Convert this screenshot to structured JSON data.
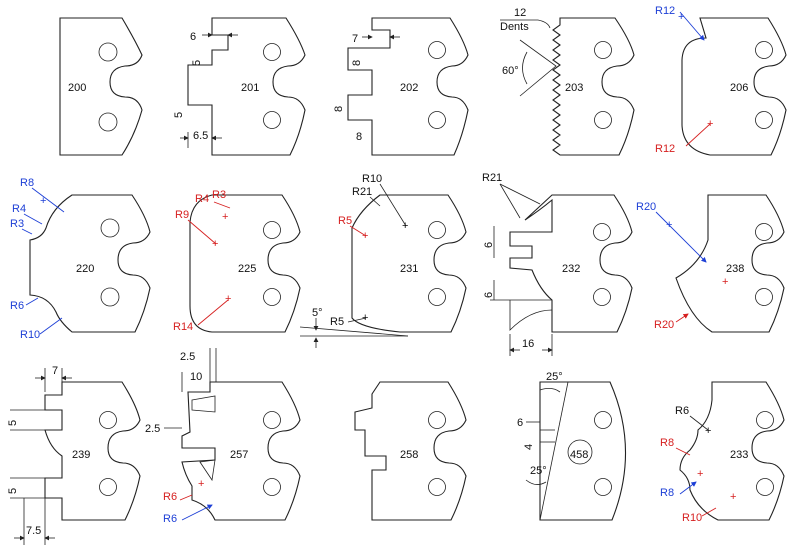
{
  "profiles": {
    "p200": {
      "id": "200"
    },
    "p201": {
      "id": "201",
      "dims": [
        "6",
        "5",
        "5",
        "6.5"
      ]
    },
    "p202": {
      "id": "202",
      "dims": [
        "7",
        "8",
        "8",
        "8"
      ]
    },
    "p203": {
      "id": "203",
      "teeth_count": "12",
      "teeth_label": "Dents",
      "angle": "60°"
    },
    "p206": {
      "id": "206",
      "radii": [
        "R12",
        "R12"
      ]
    },
    "p220": {
      "id": "220",
      "radii": [
        "R8",
        "R4",
        "R3",
        "R6",
        "R10"
      ]
    },
    "p225": {
      "id": "225",
      "radii": [
        "R4",
        "R3",
        "R9",
        "R14"
      ]
    },
    "p231": {
      "id": "231",
      "radii": [
        "R10",
        "R21",
        "R5",
        "R5"
      ],
      "angle": "5°"
    },
    "p232": {
      "id": "232",
      "radii": [
        "R21"
      ],
      "dims": [
        "6",
        "6",
        "16"
      ]
    },
    "p238": {
      "id": "238",
      "radii": [
        "R20",
        "R20"
      ]
    },
    "p239": {
      "id": "239",
      "dims": [
        "7",
        "5",
        "5",
        "7.5"
      ]
    },
    "p257": {
      "id": "257",
      "dims": [
        "2.5",
        "10",
        "2.5"
      ],
      "radii": [
        "R6",
        "R6"
      ]
    },
    "p258": {
      "id": "258"
    },
    "p458": {
      "id": "458",
      "angles": [
        "25°",
        "25°"
      ],
      "dims": [
        "6",
        "4"
      ]
    },
    "p233": {
      "id": "233",
      "radii": [
        "R6",
        "R8",
        "R8",
        "R10"
      ]
    }
  },
  "colors": {
    "outline": "#222222",
    "blue": "#1d3fd6",
    "red": "#d62020"
  }
}
